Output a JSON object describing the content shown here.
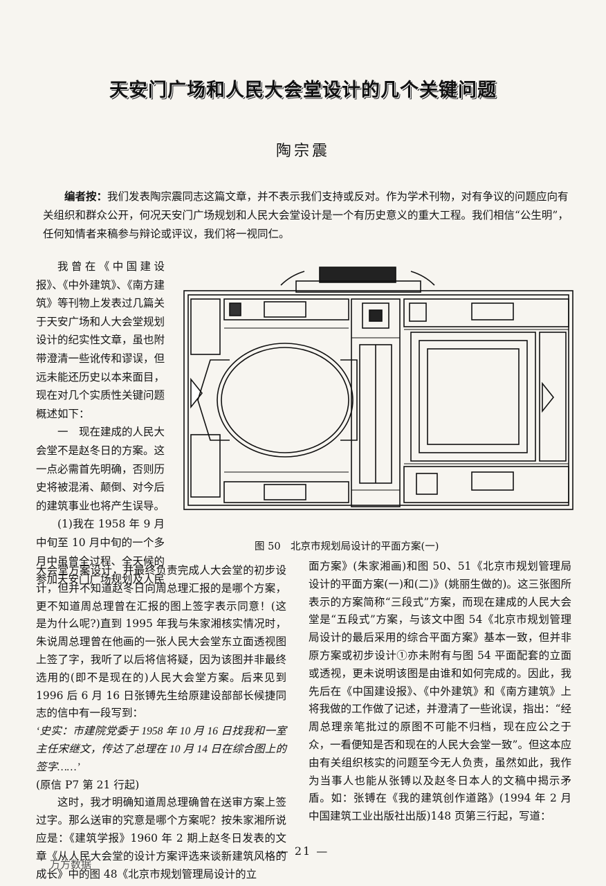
{
  "header": {
    "title": "天安门广场和人民大会堂设计的几个关键问题",
    "author": "陶宗震"
  },
  "editor_note": {
    "label": "编者按：",
    "text": "我们发表陶宗震同志这篇文章，并不表示我们支持或反对。作为学术刊物，对有争议的问题应向有关组织和群众公开，何况天安门广场规划和人民大会堂设计是一个有历史意义的重大工程。我们相信“公生明”，任何知情者来稿参与辩论或评议，我们将一视同仁。"
  },
  "left_column": {
    "p1": "我曾在《中国建设报》、《中外建筑》、《南方建筑》等刊物上发表过几篇关于天安广场和人大会堂规划设计的纪实性文章，虽也附带澄清一些讹传和谬误，但远未能还历史以本来面目，现在对几个实质性关键问题概述如下：",
    "p2": "一　现在建成的人民大会堂不是赵冬日的方案。这一点必需首先明确，否则历史将被混淆、颠倒、对今后的建筑事业也将产生误导。",
    "p3": "(1)我在 1958 年 9 月中旬至 10 月中旬的一个多月中虽曾全过程、全天候的参加天安门广场规划及人民"
  },
  "figure": {
    "caption": "图 50　北京市规划局设计的平面方案(一)",
    "alt_name": "floor-plan-drawing"
  },
  "col_a": {
    "p1": "大会堂方案设计，并最终负责完成人大会堂的初步设计，但并不知道赵冬日向周总理汇报的是哪个方案，更不知道周总理曾在汇报的图上签字表示同意！(这是为什么呢?)直到 1995 年我与朱家湘核实情况时，朱说周总理曾在他画的一张人民大会堂东立面透视图上签了字，我听了以后将信将疑，因为该图并非最终选用的(即不是现在的)人民大会堂方案。后来见到 1996 后 6 月 16 日张镈先生给原建设部部长候捷同志的信中有一段写到：",
    "quote": "‘史实：市建院党委于 1958 年 10 月 16 日找我和一室主任宋继文，传达了总理在 10 月 14 日在综合图上的签字……’",
    "quote_ref": "(原信 P7 第 21 行起)",
    "p2": "这时，我才明确知道周总理确曾在送审方案上签过字。那么送审的究意是哪个方案呢？按朱家湘所说应是：《建筑学报》1960 年 2 期上赵冬日发表的文章《从人民大会堂的设计方案评选来谈新建筑风格的成长》中的图 48《北京市规划管理局设计的立"
  },
  "col_b": {
    "p1": "面方案》(朱家湘画)和图 50、51《北京市规划管理局设计的平面方案(一)和(二)》(姚丽生做的)。这三张图所表示的方案简称“三段式”方案，而现在建成的人民大会堂是“五段式”方案，与该文中图 54《北京市规划管理局设计的最后采用的综合平面方案》基本一致，但并非原方案或初步设计①亦未附有与图 54 平面配套的立面或透视，更未说明该图是由谁和如何完成的。因此，我先后在《中国建设报》、《中外建筑》和《南方建筑》上将我做的工作做了记述，并澄清了一些讹误，指出：“经周总理亲笔批过的原图不可能不归档，现在应公之于众，一看便知是否和现在的人民大会堂一致”。但这本应由有关组织核实的问题至今无人负责，虽然如此，我作为当事人也能从张镈以及赵冬日本人的文稿中揭示矛盾。如：张镈在《我的建筑创作道路》(1994 年 2 月中国建筑工业出版社出版)148 页第三行起，写道："
  },
  "footer": {
    "page_number": "— 21 —",
    "watermark": "万方数据"
  }
}
